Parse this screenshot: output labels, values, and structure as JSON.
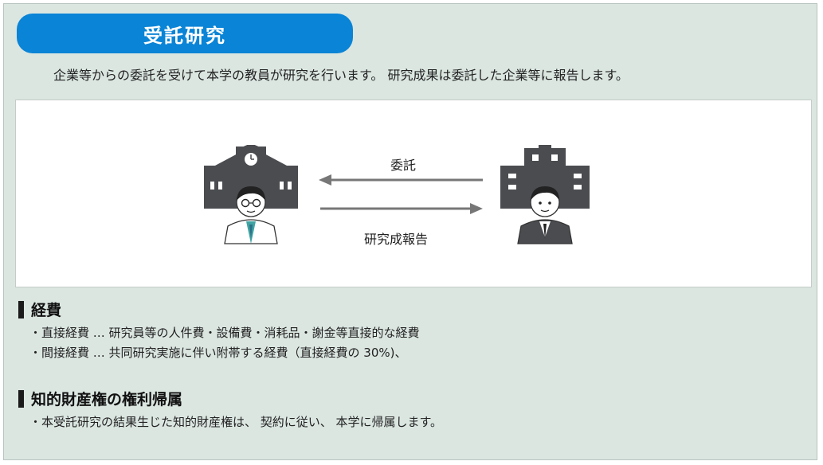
{
  "header": {
    "title": "受託研究",
    "description": "企業等からの委託を受けて本学の教員が研究を行います。 研究成果は委託した企業等に報告します。"
  },
  "diagram": {
    "left_icon": "university-building-with-professor-icon",
    "right_icon": "company-building-with-businessman-icon",
    "arrow_top_label": "委託",
    "arrow_bottom_label": "研究成報告"
  },
  "costs": {
    "heading": "経費",
    "items": [
      "・直接経費 … 研究員等の人件費・設備費・消耗品・謝金等直接的な経費",
      "・間接経費 … 共同研究実施に伴い附帯する経費（直接経費の 30%)、"
    ]
  },
  "ip": {
    "heading": "知的財産権の権利帰属",
    "items": [
      "・本受託研究の結果生じた知的財産権は、 契約に従い、 本学に帰属します。"
    ]
  },
  "colors": {
    "panel_bg": "#dbe6e1",
    "pill_bg": "#0a84d6",
    "icon_dark": "#4a4c50",
    "arrow": "#777777"
  }
}
